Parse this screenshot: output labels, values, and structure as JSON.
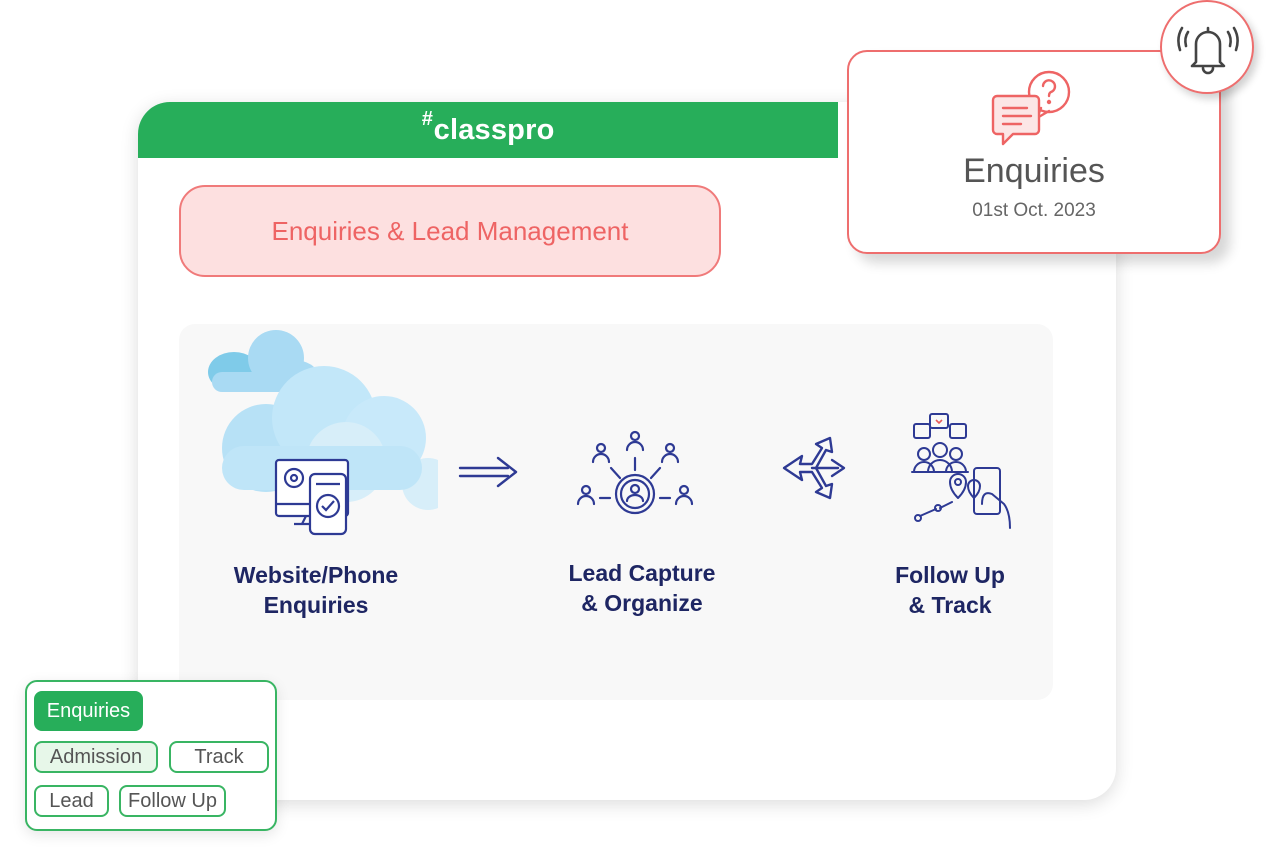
{
  "brand": {
    "name": "classpro",
    "mark": "#"
  },
  "title": "Enquiries & Lead Management",
  "steps": [
    {
      "label": "Website/Phone\nEnquiries",
      "icon": "devices-cloud-icon"
    },
    {
      "label": "Lead Capture\n& Organize",
      "icon": "people-network-icon"
    },
    {
      "label": "Follow Up\n& Track",
      "icon": "follow-track-icon"
    }
  ],
  "notification": {
    "title": "Enquiries",
    "date": "01st Oct. 2023",
    "icon": "chat-question-icon",
    "bell_icon": "bell-ringing-icon"
  },
  "tags": {
    "active": "Enquiries",
    "items": [
      "Admission",
      "Track",
      "Lead",
      "Follow Up"
    ]
  },
  "colors": {
    "green": "#27ae5a",
    "coral": "#ee6464",
    "navy": "#1e2663",
    "sky": "#a9daf3"
  }
}
